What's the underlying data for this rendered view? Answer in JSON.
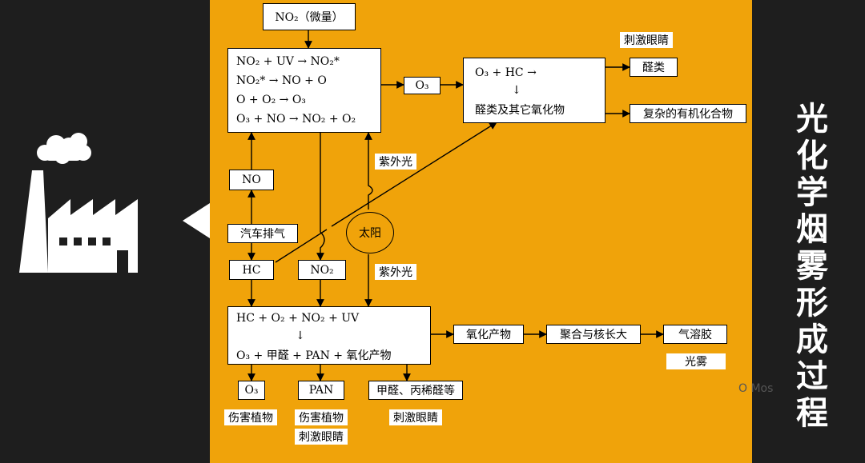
{
  "title": "光化学烟雾形成过程",
  "top_box": "NO₂（微量）",
  "reaction_box": {
    "lines": [
      "NO₂ + UV  →  NO₂*",
      "NO₂* →  NO + O",
      "O + O₂  →  O₃",
      "O₃ + NO  →  NO₂ + O₂"
    ]
  },
  "o3_box": "O₃",
  "hc_box": {
    "line1": "O₃ + HC   →",
    "line2": "↓",
    "line3": "醛类及其它氧化物"
  },
  "irritate_top": "刺激眼睛",
  "aldehyde_box": "醛类",
  "complex_box": "复杂的有机化合物",
  "no_box": "NO",
  "exhaust_box": "汽车排气",
  "uv_top": "紫外光",
  "sun": "太阳",
  "uv_bottom": "紫外光",
  "hc_small_box": "HC",
  "no2_small_box": "NO₂",
  "bottom_box": {
    "line1": "HC + O₂ + NO₂ + UV",
    "line2": "↓",
    "line3": "O₃ +  甲醛  + PAN +  氧化产物"
  },
  "oxide_box": "氧化产物",
  "polymer_box": "聚合与核长大",
  "aerosol_box": "气溶胶",
  "smog_box": "光雾",
  "out_o3": "O₃",
  "out_pan": "PAN",
  "out_ald": "甲醛、丙稀醛等",
  "out_o3_effect": "伤害植物",
  "out_pan_effect1": "伤害植物",
  "out_pan_effect2": "刺激眼睛",
  "out_ald_effect": "刺激眼睛",
  "watermark": "O Mos"
}
